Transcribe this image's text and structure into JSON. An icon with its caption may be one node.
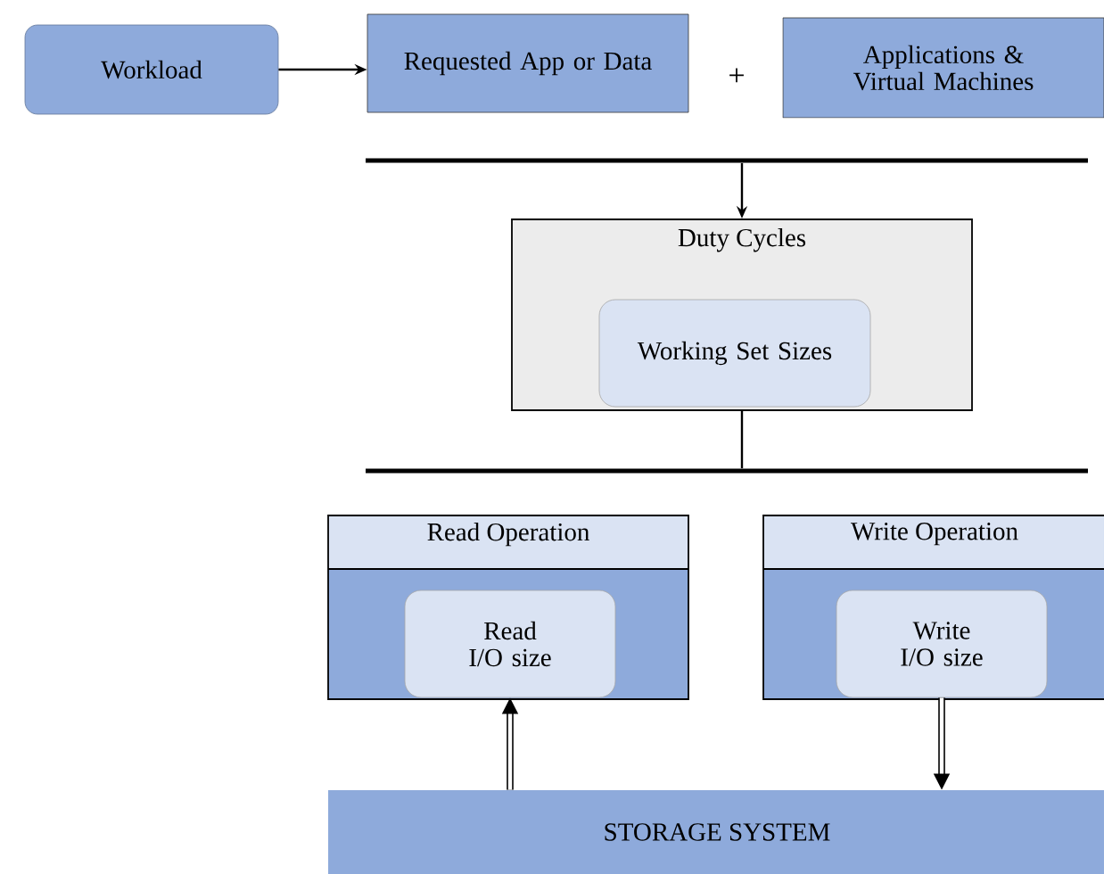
{
  "diagram": {
    "nodes": [
      {
        "text": [
          "Workload"
        ]
      },
      {
        "text": [
          "Requested App or Data"
        ]
      },
      {
        "text": [
          "Applications & Virtual Machines"
        ]
      },
      {
        "text": [],
        "shape": "bar"
      },
      {
        "text": [
          "Duty Cycles"
        ]
      },
      {
        "text": [
          "Working Set Sizes"
        ],
        "in": 4
      },
      {
        "text": [],
        "shape": "bar"
      },
      {
        "text": [
          "Read Operation"
        ]
      },
      {
        "text": [
          "Read I/O size"
        ],
        "in": 7
      },
      {
        "text": [
          "Write Operation"
        ]
      },
      {
        "text": [
          "Write I/O size"
        ],
        "in": 9
      },
      {
        "text": [
          "STORAGE SYSTEM"
        ]
      }
    ],
    "edges": [
      {
        "from": 0,
        "to": 1,
        "arrow": "to"
      },
      {
        "from": 3,
        "to": 4,
        "arrow": "to"
      },
      {
        "from": 4,
        "to": 6,
        "arrow": "none"
      },
      {
        "from": 11,
        "to": 8,
        "arrow": "to",
        "style": "thick"
      },
      {
        "from": 10,
        "to": 11,
        "arrow": "to",
        "style": "thick"
      }
    ],
    "labels": [
      "+"
    ]
  }
}
